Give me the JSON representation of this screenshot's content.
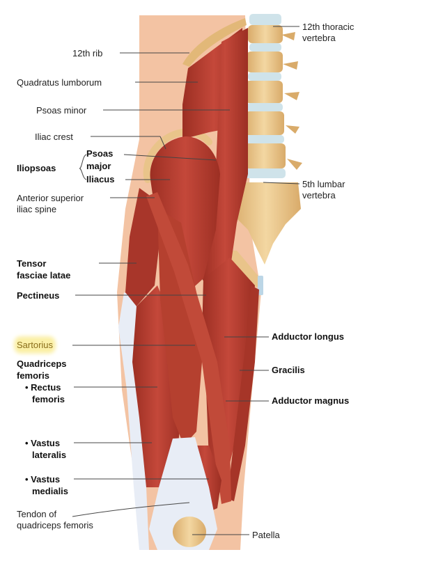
{
  "diagram": {
    "labels": {
      "rib12": "12th rib",
      "quadratus": "Quadratus lumborum",
      "psoas_minor": "Psoas minor",
      "iliac_crest": "Iliac crest",
      "iliopsoas": "Iliopsoas",
      "psoas_major_1": "Psoas",
      "psoas_major_2": "major",
      "iliacus": "Iliacus",
      "asis_1": "Anterior superior",
      "asis_2": "iliac spine",
      "tfl_1": "Tensor",
      "tfl_2": "fasciae latae",
      "pectineus": "Pectineus",
      "sartorius": "Sartorius",
      "quad_1": "Quadriceps",
      "quad_2": "femoris",
      "rectus_1": "• Rectus",
      "rectus_2": "femoris",
      "vlat_1": "• Vastus",
      "vlat_2": "lateralis",
      "vmed_1": "• Vastus",
      "vmed_2": "medialis",
      "tendon_1": "Tendon of",
      "tendon_2": "quadriceps femoris",
      "thoracic_1": "12th thoracic",
      "thoracic_2": "vertebra",
      "lumbar_1": "5th lumbar",
      "lumbar_2": "vertebra",
      "add_longus": "Adductor longus",
      "gracilis": "Gracilis",
      "add_magnus": "Adductor magnus",
      "patella": "Patella"
    },
    "colors": {
      "muscle": "#b83a2c",
      "muscle_dark": "#8f2a20",
      "bone": "#e9c48a",
      "disc": "#cfe3ea",
      "skin": "#f3c3a3",
      "tendon": "#e8edf6",
      "highlight": "#fbf0a8"
    }
  }
}
